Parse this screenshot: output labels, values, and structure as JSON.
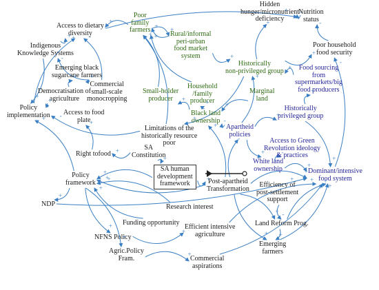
{
  "diagram": {
    "nodes": [
      {
        "id": "nutrition",
        "text": "Nutrition\nstatus",
        "color": "black"
      },
      {
        "id": "hidden",
        "text": "Hidden\nhunger/micronutrient\ndeficiency",
        "color": "black"
      },
      {
        "id": "poor_food_sec",
        "text": "Poor household\nfood security",
        "color": "black"
      },
      {
        "id": "dietary",
        "text": "Access to dietary\ndiversity",
        "color": "black"
      },
      {
        "id": "poor_farmers",
        "text": "Poor\nfamily\nfarmers",
        "color": "green"
      },
      {
        "id": "rural_market",
        "text": "Rural/informal\nperi-urban\nfood market\nsystem",
        "color": "green"
      },
      {
        "id": "hist_nonpriv",
        "text": "Historically\nnon-privileged group",
        "color": "green"
      },
      {
        "id": "iks",
        "text": "Indigenous\nKnowledge Systems",
        "color": "black"
      },
      {
        "id": "black_sugar",
        "text": "Emerging black\nsugarcane farmers",
        "color": "black"
      },
      {
        "id": "democ",
        "text": "Democratisation of\nagriculture",
        "color": "black"
      },
      {
        "id": "commercial_mono",
        "text": "Commercial\nsmall-scale\nmonocropping",
        "color": "black"
      },
      {
        "id": "smallholder",
        "text": "Small-holder\nproducer",
        "color": "green"
      },
      {
        "id": "household",
        "text": "Household\n/family\nproducer",
        "color": "green"
      },
      {
        "id": "marginal",
        "text": "Marginal\nland",
        "color": "green"
      },
      {
        "id": "black_land",
        "text": "Black land\nownership",
        "color": "green"
      },
      {
        "id": "supermarket",
        "text": "Food sourcing\nfrom\nsupermarkets/big\nfood producers",
        "color": "blue"
      },
      {
        "id": "hist_priv",
        "text": "Historically\nprivileged group",
        "color": "blue"
      },
      {
        "id": "policy_impl",
        "text": "Policy\nimplementation",
        "color": "black"
      },
      {
        "id": "access_plate",
        "text": "Access to food\nplate",
        "color": "black"
      },
      {
        "id": "limitations",
        "text": "Limitations of the\nhistorically resource\npoor",
        "color": "black"
      },
      {
        "id": "apartheid",
        "text": "Apartheid\npolicies",
        "color": "blue"
      },
      {
        "id": "green_rev",
        "text": "Access to Green\nRevolution ideology\n& practices",
        "color": "blue"
      },
      {
        "id": "white_land",
        "text": "White land\nownership",
        "color": "blue"
      },
      {
        "id": "right_food",
        "text": "Right tofood",
        "color": "black"
      },
      {
        "id": "sa_const",
        "text": "SA\nConstitution",
        "color": "black"
      },
      {
        "id": "sa_hdf",
        "text": "SA human\ndevelopment\nframework",
        "color": "black"
      },
      {
        "id": "dominant",
        "text": "Dominant/intensive\nfood system",
        "color": "blue"
      },
      {
        "id": "policy_fw",
        "text": "Policy\nframework",
        "color": "black"
      },
      {
        "id": "post_apartheid",
        "text": "Post-apartheid\nTransformation",
        "color": "black"
      },
      {
        "id": "efficiency",
        "text": "Efficiency of\npost-settlement\nsupport",
        "color": "black"
      },
      {
        "id": "ndp",
        "text": "NDP",
        "color": "black"
      },
      {
        "id": "research",
        "text": "Research interest",
        "color": "black"
      },
      {
        "id": "funding",
        "text": "Funding opportunity",
        "color": "black"
      },
      {
        "id": "land_reform",
        "text": "Land Reform Prog.",
        "color": "black"
      },
      {
        "id": "efficient_ag",
        "text": "Efficient intensive\nagriculture",
        "color": "black"
      },
      {
        "id": "nfns",
        "text": "NFNS Policy",
        "color": "black"
      },
      {
        "id": "emerging_farmers",
        "text": "Emerging\nfarmers",
        "color": "black"
      },
      {
        "id": "agric_pol",
        "text": "Agric.Policy\nFram.",
        "color": "black"
      },
      {
        "id": "commercial_asp",
        "text": "Commercial\naspirations",
        "color": "black"
      }
    ],
    "edges": [
      {
        "from": "poor_food_sec",
        "to": "nutrition",
        "sign": "-"
      },
      {
        "from": "hidden",
        "to": "nutrition",
        "sign": "-"
      },
      {
        "from": "hist_nonpriv",
        "to": "hidden",
        "sign": "+"
      },
      {
        "from": "hist_nonpriv",
        "to": "poor_food_sec",
        "sign": "+"
      },
      {
        "from": "dietary",
        "to": "nutrition",
        "sign": "+"
      },
      {
        "from": "poor_farmers",
        "to": "dietary",
        "sign": "+"
      },
      {
        "from": "rural_market",
        "to": "poor_farmers",
        "sign": "+"
      },
      {
        "from": "rural_market",
        "to": "hist_nonpriv",
        "sign": "+"
      },
      {
        "from": "poor_farmers",
        "to": "rural_market",
        "sign": "+"
      },
      {
        "from": "iks",
        "to": "dietary",
        "sign": "+"
      },
      {
        "from": "iks",
        "to": "policy_impl",
        "sign": "+"
      },
      {
        "from": "commercial_mono",
        "to": "dietary",
        "sign": "-"
      },
      {
        "from": "commercial_mono",
        "to": "iks",
        "sign": "-"
      },
      {
        "from": "black_sugar",
        "to": "commercial_mono",
        "sign": "+"
      },
      {
        "from": "democ",
        "to": "black_sugar",
        "sign": "+"
      },
      {
        "from": "policy_impl",
        "to": "democ",
        "sign": "+"
      },
      {
        "from": "policy_impl",
        "to": "dietary",
        "sign": "+"
      },
      {
        "from": "smallholder",
        "to": "poor_farmers",
        "sign": "+"
      },
      {
        "from": "household",
        "to": "poor_farmers",
        "sign": "+"
      },
      {
        "from": "black_land",
        "to": "smallholder",
        "sign": "+"
      },
      {
        "from": "black_land",
        "to": "household",
        "sign": "+"
      },
      {
        "from": "marginal",
        "to": "black_land",
        "sign": "+"
      },
      {
        "from": "apartheid",
        "to": "black_land",
        "sign": "-"
      },
      {
        "from": "apartheid",
        "to": "hist_nonpriv",
        "sign": "+"
      },
      {
        "from": "apartheid",
        "to": "hist_priv",
        "sign": "+"
      },
      {
        "from": "apartheid",
        "to": "white_land",
        "sign": "+"
      },
      {
        "from": "hist_priv",
        "to": "supermarket",
        "sign": "+"
      },
      {
        "from": "supermarket",
        "to": "hist_nonpriv",
        "sign": "+"
      },
      {
        "from": "hist_priv",
        "to": "dominant",
        "sign": "+"
      },
      {
        "from": "dominant",
        "to": "poor_food_sec",
        "sign": "-"
      },
      {
        "from": "white_land",
        "to": "dominant",
        "sign": "+"
      },
      {
        "from": "green_rev",
        "to": "white_land",
        "sign": "-"
      },
      {
        "from": "limitations",
        "to": "policy_impl",
        "sign": "-"
      },
      {
        "from": "limitations",
        "to": "poor_farmers",
        "sign": "+"
      },
      {
        "from": "hist_nonpriv",
        "to": "limitations",
        "sign": "+"
      },
      {
        "from": "right_food",
        "to": "access_plate",
        "sign": "+"
      },
      {
        "from": "sa_const",
        "to": "right_food",
        "sign": "+"
      },
      {
        "from": "sa_hdf",
        "to": "policy_fw",
        "sign": "+"
      },
      {
        "from": "sa_const",
        "to": "sa_hdf",
        "sign": "+"
      },
      {
        "from": "policy_fw",
        "to": "policy_impl",
        "sign": "+"
      },
      {
        "from": "policy_fw",
        "to": "ndp",
        "sign": "+"
      },
      {
        "from": "policy_fw",
        "to": "nfns",
        "sign": "+"
      },
      {
        "from": "policy_fw",
        "to": "agric_pol",
        "sign": "+"
      },
      {
        "from": "research",
        "to": "policy_fw",
        "sign": "+"
      },
      {
        "from": "funding",
        "to": "policy_fw",
        "sign": "+"
      },
      {
        "from": "ndp",
        "to": "dominant",
        "sign": "+"
      },
      {
        "from": "agric_pol",
        "to": "commercial_asp",
        "sign": "+"
      },
      {
        "from": "nfns",
        "to": "efficient_ag",
        "sign": "+"
      },
      {
        "from": "efficient_ag",
        "to": "dominant",
        "sign": "+"
      },
      {
        "from": "commercial_asp",
        "to": "dominant",
        "sign": "+"
      },
      {
        "from": "post_apartheid",
        "to": "land_reform",
        "sign": "+"
      },
      {
        "from": "post_apartheid",
        "to": "emerging_farmers",
        "sign": "+"
      },
      {
        "from": "post_apartheid",
        "to": "apartheid",
        "sign": "-"
      },
      {
        "from": "post_apartheid",
        "to": "black_land",
        "sign": "+"
      },
      {
        "from": "land_reform",
        "to": "emerging_farmers",
        "sign": "+"
      },
      {
        "from": "efficiency",
        "to": "land_reform",
        "sign": "-"
      },
      {
        "from": "land_reform",
        "to": "dominant",
        "sign": "+"
      },
      {
        "from": "emerging_farmers",
        "to": "dominant",
        "sign": "+"
      },
      {
        "from": "post_apartheid",
        "to": "dominant",
        "sign": "+"
      },
      {
        "from": "sa_hdf",
        "to": "post_apartheid",
        "sign": "+"
      },
      {
        "from": "post_apartheid",
        "to": "policy_fw",
        "sign": "+"
      }
    ]
  }
}
